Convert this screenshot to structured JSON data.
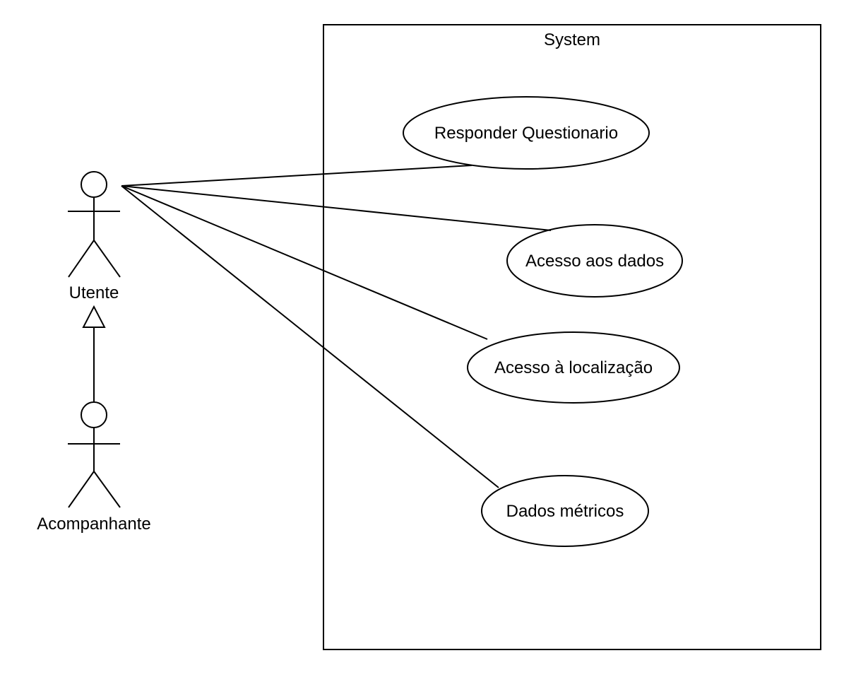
{
  "system": {
    "label": "System"
  },
  "actors": {
    "primary": {
      "label": "Utente"
    },
    "secondary": {
      "label": "Acompanhante"
    }
  },
  "use_cases": [
    {
      "label": "Responder Questionario"
    },
    {
      "label": "Acesso aos dados"
    },
    {
      "label": "Acesso à localização"
    },
    {
      "label": "Dados métricos"
    }
  ],
  "relationships": {
    "generalization": {
      "from": "Acompanhante",
      "to": "Utente"
    },
    "associations": [
      {
        "actor": "Utente",
        "use_case": "Responder Questionario"
      },
      {
        "actor": "Utente",
        "use_case": "Acesso aos dados"
      },
      {
        "actor": "Utente",
        "use_case": "Acesso à localização"
      },
      {
        "actor": "Utente",
        "use_case": "Dados métricos"
      }
    ]
  },
  "colors": {
    "stroke": "#000000",
    "background": "#ffffff"
  }
}
